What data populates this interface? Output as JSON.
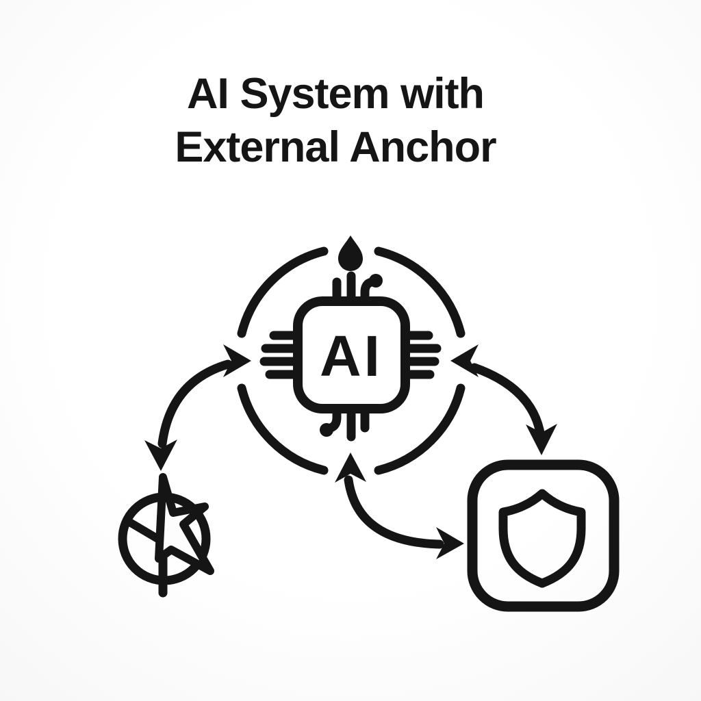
{
  "title": {
    "line1": "AI System with",
    "line2": "External Anchor"
  },
  "colors": {
    "ink": "#151515",
    "background": "#fdfdfd"
  },
  "diagram": {
    "nodes": [
      {
        "id": "ai-core",
        "label": "AI",
        "icon": "ai-chip-icon",
        "shape": "rounded-square-chip-in-cycle-ring"
      },
      {
        "id": "external-anchor",
        "icon": "compass-icon",
        "shape": "circle-with-star-needle"
      },
      {
        "id": "safeguard",
        "icon": "shield-icon",
        "shape": "shield-in-rounded-square"
      }
    ],
    "markers": [
      {
        "id": "cycle-ring",
        "segments": 4,
        "marker_top": "teardrop"
      }
    ],
    "edges": [
      {
        "from": "ai-core",
        "to": "external-anchor",
        "style": "curved",
        "bidirectional": true
      },
      {
        "from": "ai-core",
        "to": "safeguard",
        "style": "curved",
        "bidirectional": true
      },
      {
        "from": "safeguard",
        "to": "ai-core",
        "style": "curved",
        "bidirectional": true
      }
    ]
  }
}
